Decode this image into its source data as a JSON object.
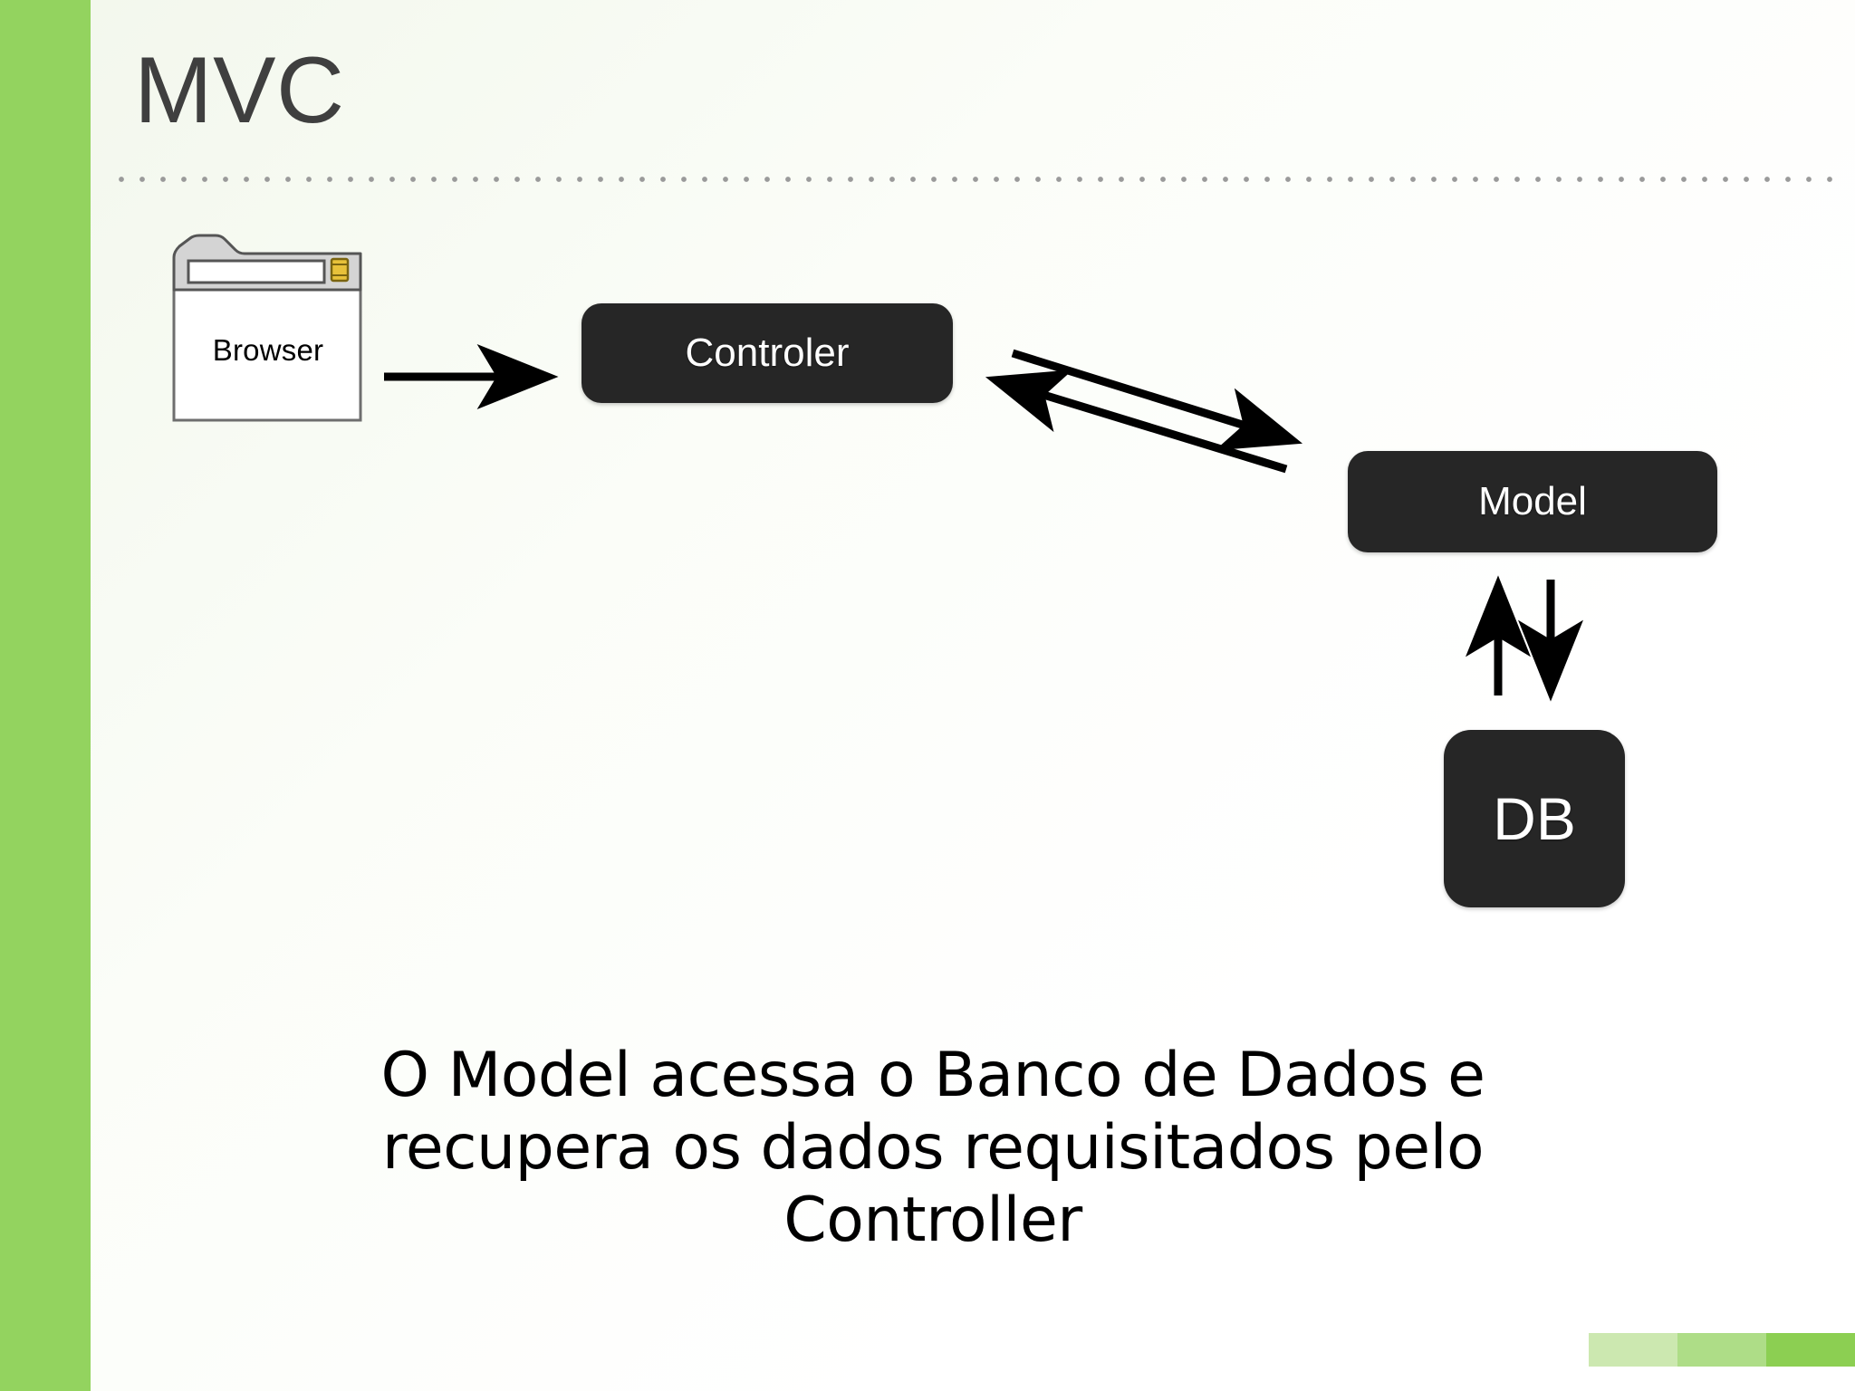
{
  "slide": {
    "title": "MVC",
    "background_start": "#f2f7ec",
    "background_end": "#ffffff",
    "accent_green": "#93d35f",
    "node_fill": "#262626",
    "node_text": "#ffffff",
    "rule_dot_color": "#9a9a9a",
    "title_color": "#3f3f3f"
  },
  "diagram": {
    "browser": {
      "label": "Browser",
      "icon": "browser-window-icon",
      "titlebar_fill": "#d4d4d4",
      "urlbar_fill": "#ffffff",
      "indicator_fill": "#e8c13a"
    },
    "nodes": [
      {
        "id": "controler",
        "label": "Controler"
      },
      {
        "id": "model",
        "label": "Model"
      },
      {
        "id": "db",
        "label": "DB"
      }
    ],
    "connections": [
      {
        "id": "browser-to-controler",
        "from": "Browser",
        "to": "Controler",
        "direction": "right"
      },
      {
        "id": "controler-to-model",
        "from": "Controler",
        "to": "Model",
        "direction": "down-right"
      },
      {
        "id": "model-to-controler",
        "from": "Model",
        "to": "Controler",
        "direction": "up-left"
      },
      {
        "id": "db-to-model",
        "from": "DB",
        "to": "Model",
        "direction": "up"
      },
      {
        "id": "model-to-db",
        "from": "Model",
        "to": "DB",
        "direction": "down"
      }
    ]
  },
  "caption": {
    "line1": "O Model acessa o Banco de Dados e",
    "line2": "recupera os dados requisitados pelo",
    "line3": "Controller",
    "full_text": "O Model acessa o Banco de Dados e recupera os dados requisitados pelo Controller"
  },
  "decoration": {
    "swatches": [
      {
        "name": "swatch-light",
        "color": "#cce8b0"
      },
      {
        "name": "swatch-medium",
        "color": "#aedd87"
      },
      {
        "name": "swatch-strong",
        "color": "#8ccf52"
      }
    ]
  }
}
